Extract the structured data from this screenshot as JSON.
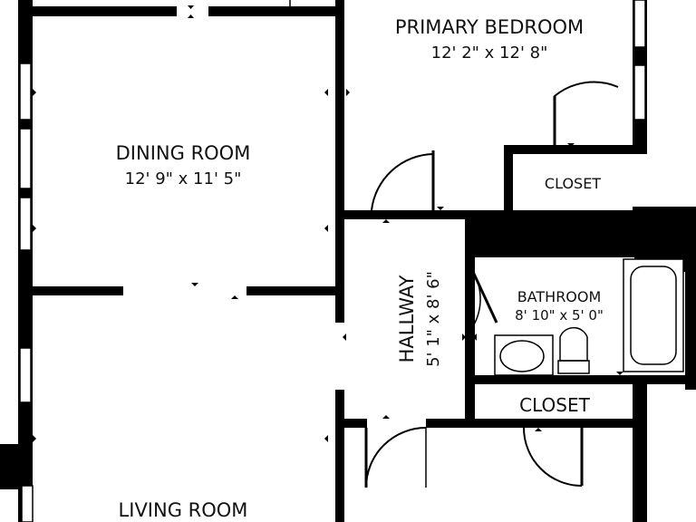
{
  "rooms": {
    "primary_bedroom": {
      "name": "PRIMARY BEDROOM",
      "dims": "12' 2\" x 12' 8\""
    },
    "dining_room": {
      "name": "DINING ROOM",
      "dims": "12' 9\" x 11' 5\""
    },
    "closet_upper": {
      "name": "CLOSET"
    },
    "hallway": {
      "name": "HALLWAY",
      "dims": "5' 1\" x 8' 6\""
    },
    "bathroom": {
      "name": "BATHROOM",
      "dims": "8' 10\" x 5' 0\""
    },
    "closet_lower": {
      "name": "CLOSET"
    },
    "living_room": {
      "name": "LIVING ROOM"
    }
  },
  "colors": {
    "wall": "#000000",
    "background": "#ffffff",
    "window_fill": "#ffffff",
    "label": "#111111"
  }
}
